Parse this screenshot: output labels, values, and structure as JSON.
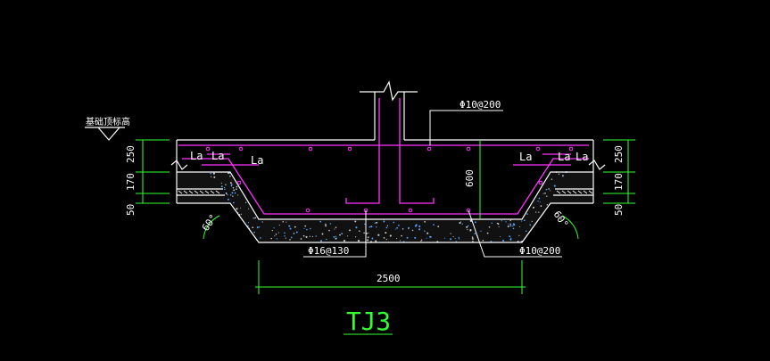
{
  "drawing": {
    "background": "#000000",
    "colors": {
      "outline": "#ffffff",
      "rebar": "#ff33ff",
      "dimension": "#33ff33",
      "leader": "#ffffff",
      "concrete_dots": "#4da3ff",
      "title": "#33ff33"
    },
    "labels": {
      "elevation_note": "基础顶标高",
      "rebar_top": "Φ10@200",
      "rebar_bottom_main": "Φ16@130",
      "rebar_bottom_right": "Φ10@200",
      "anchor_la": "La",
      "angle": "60°",
      "height_center": "600",
      "width_overall": "2500",
      "title": "TJ3"
    },
    "dims_left": [
      "250",
      "170",
      "50"
    ],
    "dims_right": [
      "250",
      "170",
      "50"
    ]
  }
}
